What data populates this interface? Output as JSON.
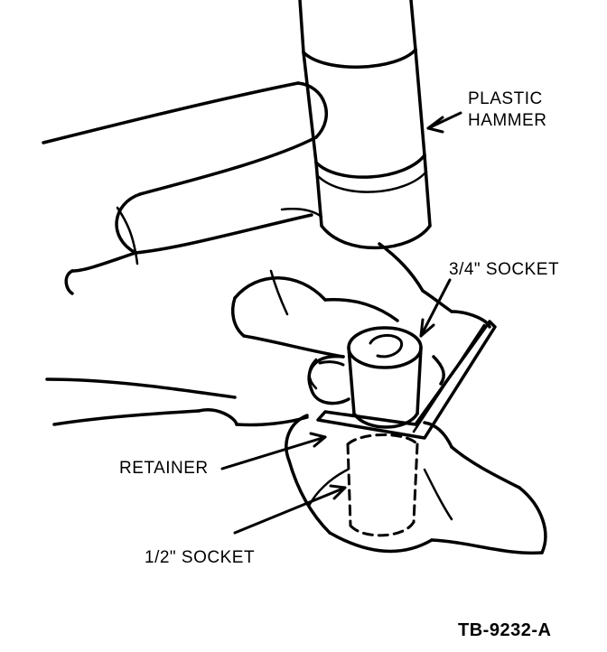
{
  "labels": {
    "plastic_hammer_line1": "PLASTIC",
    "plastic_hammer_line2": "HAMMER",
    "socket_34": "3/4\" SOCKET",
    "retainer": "RETAINER",
    "socket_12": "1/2\" SOCKET"
  },
  "figure_id": "TB-9232-A",
  "colors": {
    "ink": "#000000",
    "paper": "#ffffff"
  }
}
